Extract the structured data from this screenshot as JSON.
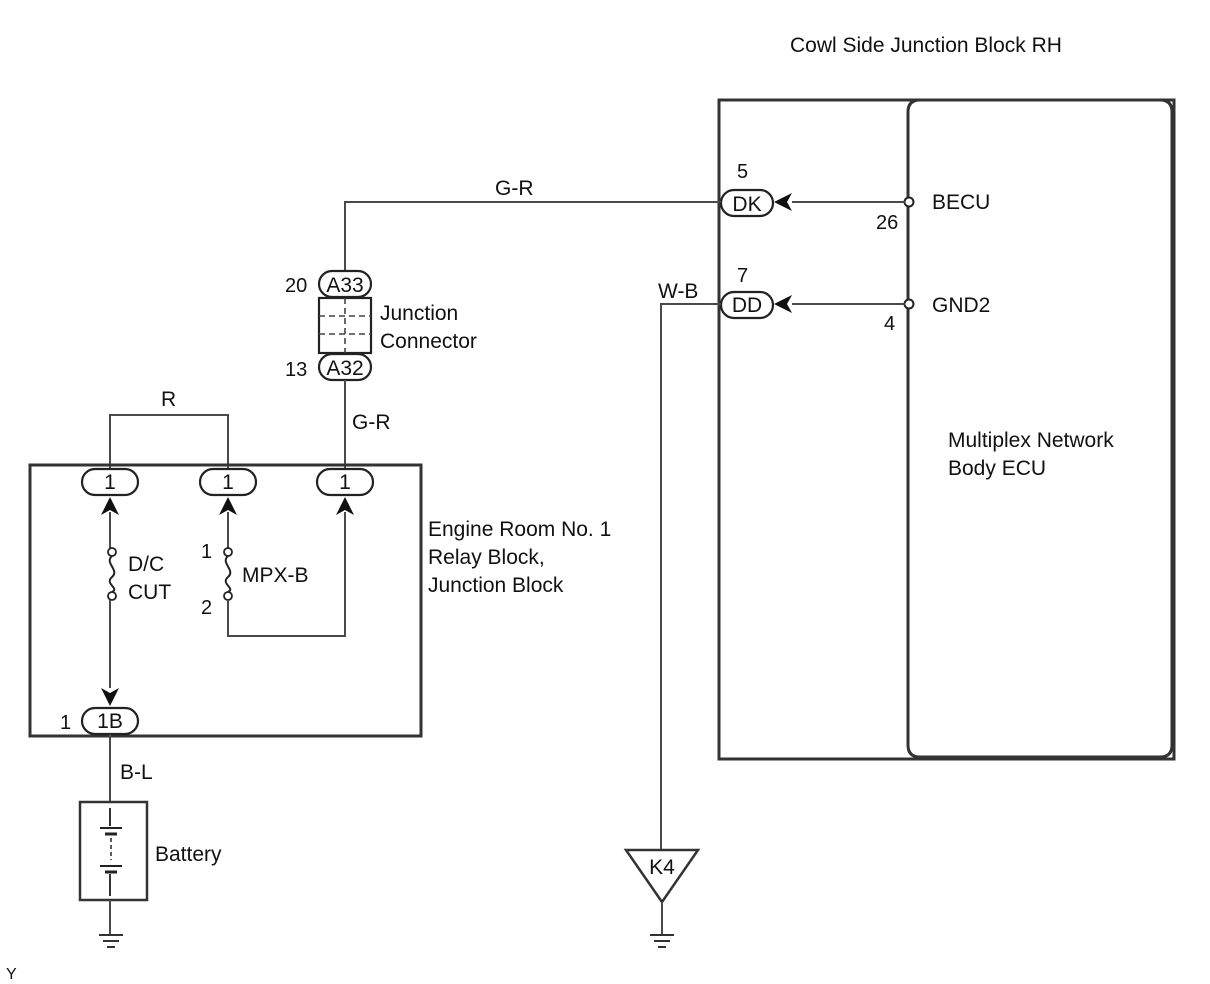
{
  "cowl": {
    "title": "Cowl Side Junction Block RH",
    "connector_dk": "DK",
    "pin_dk": "5",
    "connector_dd": "DD",
    "pin_dd": "7"
  },
  "ecu": {
    "name_line1": "Multiplex Network",
    "name_line2": "Body ECU",
    "becu_label": "BECU",
    "becu_pin": "26",
    "gnd2_label": "GND2",
    "gnd2_pin": "4"
  },
  "junction_connector": {
    "line1": "Junction",
    "line2": "Connector",
    "top_connector": "A33",
    "top_pin": "20",
    "bottom_connector": "A32",
    "bottom_pin": "13"
  },
  "relay_block": {
    "line1": "Engine Room No. 1",
    "line2": "Relay Block,",
    "line3": "Junction Block",
    "pin_left": "1",
    "pin_mid": "1",
    "pin_right": "1",
    "bottom_connector": "1B",
    "bottom_pin": "1"
  },
  "fuses": {
    "dc_cut_line1": "D/C",
    "dc_cut_line2": "CUT",
    "mpx_b": "MPX-B",
    "mpx_b_pin1": "1",
    "mpx_b_pin2": "2"
  },
  "wires": {
    "gr_top": "G-R",
    "gr_mid": "G-R",
    "r": "R",
    "wb": "W-B",
    "bl": "B-L"
  },
  "battery": {
    "label": "Battery"
  },
  "ground": {
    "k4": "K4"
  },
  "footer": {
    "code": "Y"
  }
}
